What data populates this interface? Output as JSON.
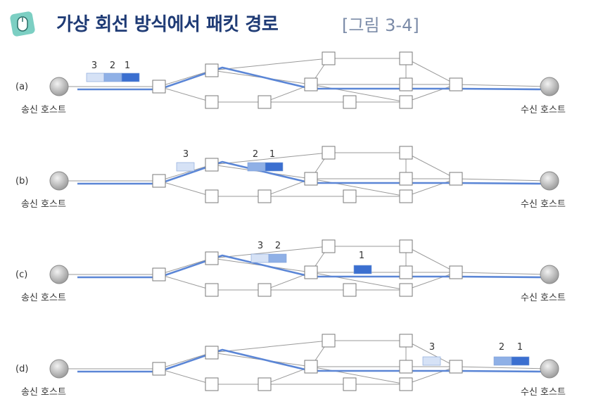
{
  "title": "가상 회선 방식에서 패킷 경로",
  "figure_ref": "[그림 3-4]",
  "icon": "mouse-icon",
  "colors": {
    "path": "#5b86d6",
    "packet_light": "#d6e2f6",
    "packet_mid": "#8fb0e6",
    "packet_dark": "#3b6fd0",
    "title": "#1f3b75",
    "icon_bg": "#7ccfc3"
  },
  "source_label": "송신 호스트",
  "dest_label": "수신 호스트",
  "panels": [
    {
      "tag": "(a)",
      "packets": [
        {
          "num": "3"
        },
        {
          "num": "2"
        },
        {
          "num": "1"
        }
      ]
    },
    {
      "tag": "(b)",
      "packets": [
        {
          "num": "3"
        },
        {
          "num": "2"
        },
        {
          "num": "1"
        }
      ]
    },
    {
      "tag": "(c)",
      "packets": [
        {
          "num": "3"
        },
        {
          "num": "2"
        },
        {
          "num": "1"
        }
      ]
    },
    {
      "tag": "(d)",
      "packets": [
        {
          "num": "3"
        },
        {
          "num": "2"
        },
        {
          "num": "1"
        }
      ]
    }
  ]
}
